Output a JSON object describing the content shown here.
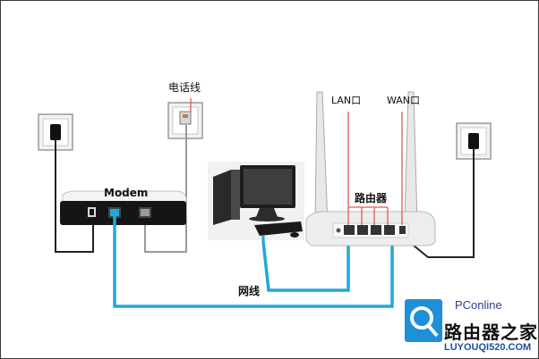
{
  "labels": {
    "phone_line": "电话线",
    "modem": "Modem",
    "lan_port": "LAN口",
    "wan_port": "WAN口",
    "router": "路由器",
    "network_cable": "网线"
  },
  "watermark": {
    "brand": "PConline",
    "site_title": "路由器之家",
    "url": "LUYOUQI520.COM"
  },
  "colors": {
    "network_cable": "#1fa8d8",
    "power_cable": "#222222",
    "phone_cable": "#9a9a9a",
    "port_marker": "#e05a4a",
    "logo_blue": "#1e8fd8"
  },
  "icons": [
    "power-outlet-icon",
    "phone-jack-icon",
    "modem-device",
    "router-device",
    "desktop-computer",
    "logo-icon"
  ]
}
